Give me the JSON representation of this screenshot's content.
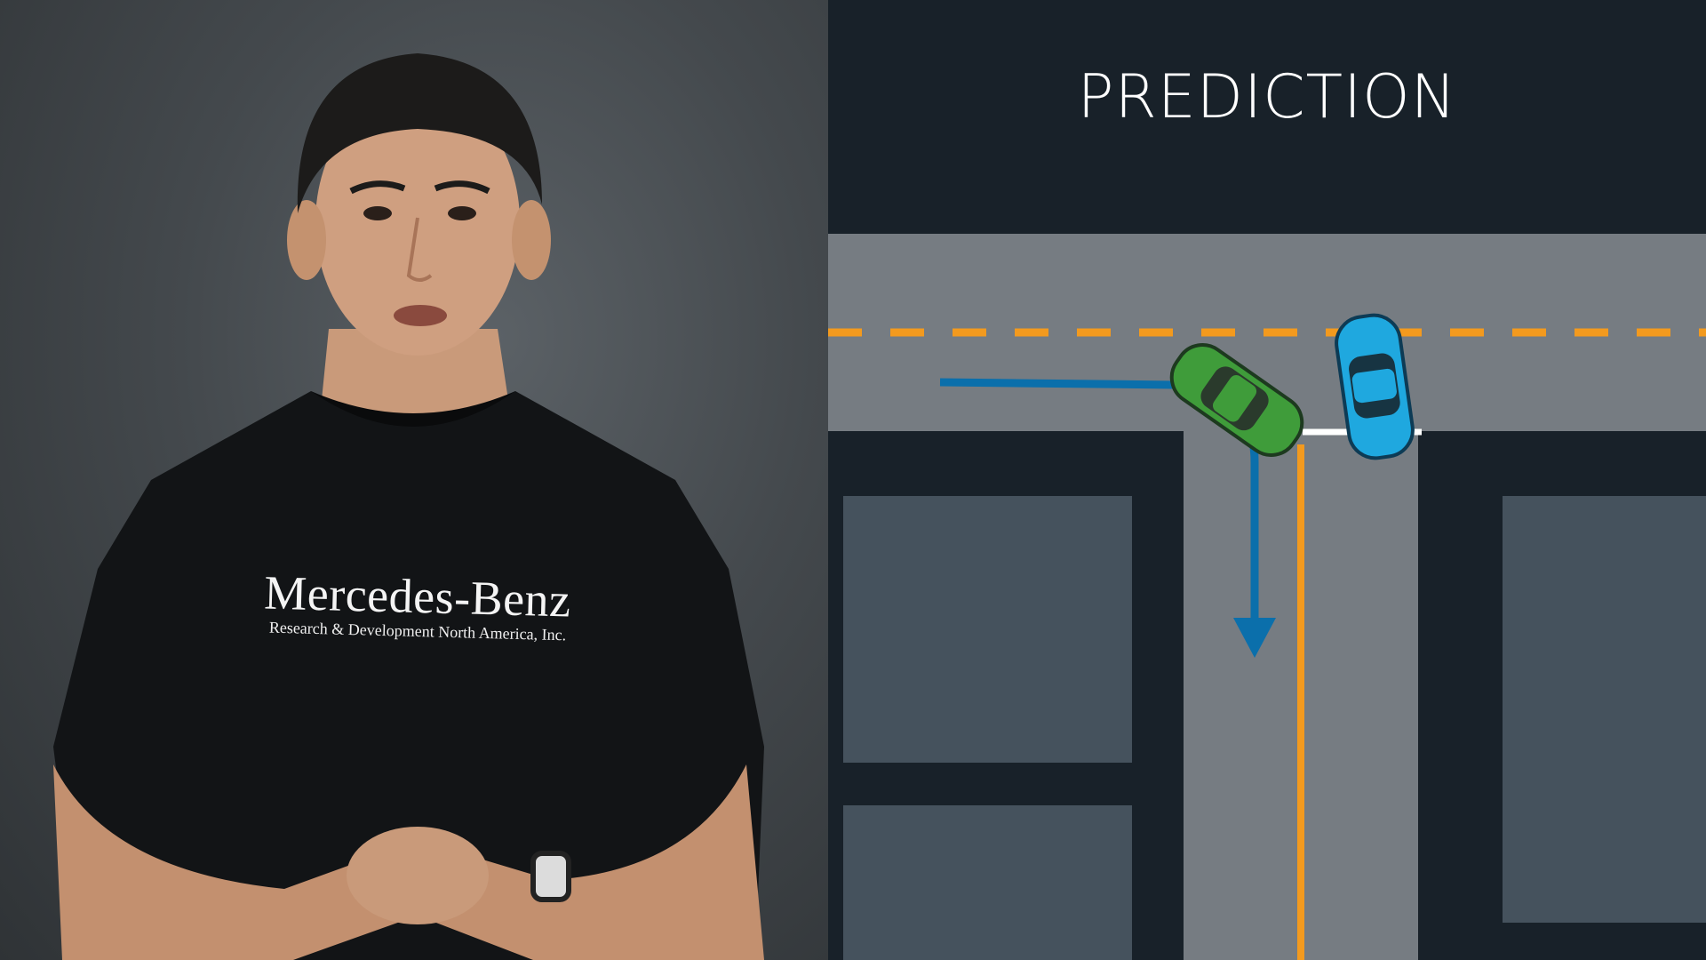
{
  "presenter": {
    "shirt_brand": "Mercedes-Benz",
    "shirt_subtitle": "Research & Development North America, Inc."
  },
  "slide": {
    "title": "PREDICTION"
  },
  "diagram": {
    "colors": {
      "background": "#182129",
      "road": "#767c82",
      "block": "#45525d",
      "lane_marking": "#f39a1e",
      "stop_line": "#ffffff",
      "path_arrow": "#0b6fab",
      "green_car": "#3f9c3a",
      "blue_car": "#1fa8df"
    },
    "icons": [
      "green-car-icon",
      "blue-car-icon",
      "down-arrow-icon"
    ]
  }
}
